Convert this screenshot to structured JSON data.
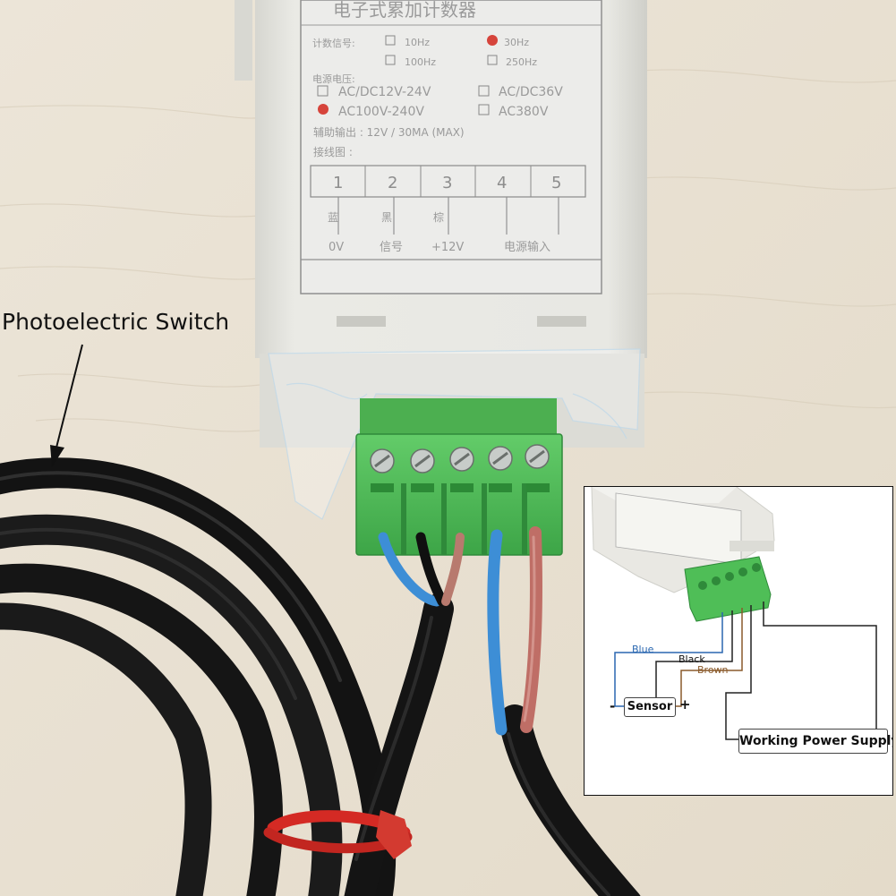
{
  "caption": "Photoelectric Switch",
  "device_label": {
    "title": "电子式累加计数器",
    "signal_label": "计数信号:",
    "freq_options": [
      "10Hz",
      "30Hz",
      "100Hz",
      "250Hz"
    ],
    "freq_selected": "30Hz",
    "voltage_label": "电源电压:",
    "voltage_options": [
      "AC/DC12V-24V",
      "AC/DC36V",
      "AC100V-240V",
      "AC380V"
    ],
    "voltage_selected": "AC100V-240V",
    "aux_output": "辅助输出 : 12V / 30MA (MAX)",
    "wiring_label": "接线图 :",
    "terminals": [
      "1",
      "2",
      "3",
      "4",
      "5"
    ],
    "wire_colors": [
      "蓝",
      "黑",
      "棕"
    ],
    "functions": [
      "0V",
      "信号",
      "+12V",
      "电源输入"
    ]
  },
  "inset": {
    "blue_label": "Blue",
    "black_label": "Black",
    "brown_label": "Brown",
    "sensor_label": "Sensor",
    "minus": "-",
    "plus": "+",
    "power_label": "Working Power Supply"
  },
  "colors": {
    "terminal_green": "#4fbe57",
    "cable_black": "#161616",
    "wire_blue": "#3d8ed6",
    "wire_brown": "#bf6e66",
    "zip_tie": "#d42a24"
  }
}
